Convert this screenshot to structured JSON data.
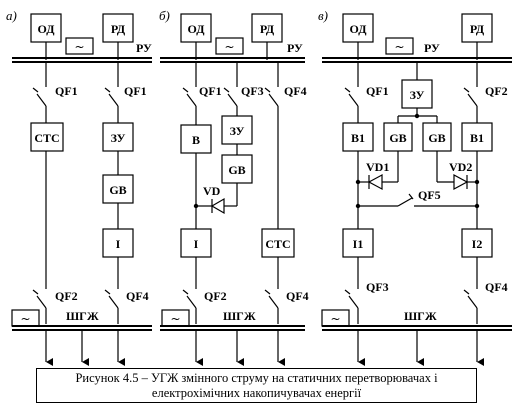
{
  "parts": [
    "а)",
    "б)",
    "в)"
  ],
  "labels": {
    "od": "ОД",
    "rd": "РД",
    "ru": "РУ",
    "tilde": "~",
    "shgzh": "ШГЖ",
    "qf1": "QF1",
    "qf2": "QF2",
    "qf3": "QF3",
    "qf4": "QF4",
    "qf5": "QF5",
    "sts": "СТС",
    "zu": "ЗУ",
    "gb": "GB",
    "inv": "I",
    "v": "В",
    "vd": "VD",
    "vd1": "VD1",
    "vd2": "VD2",
    "v1": "В1",
    "i1": "I1",
    "i2": "I2"
  },
  "caption": {
    "line1": "Рисунок 4.5 – УГЖ змінного струму на статичних перетворювачах і",
    "line2": "електрохімічних накопичувачах енергії"
  }
}
